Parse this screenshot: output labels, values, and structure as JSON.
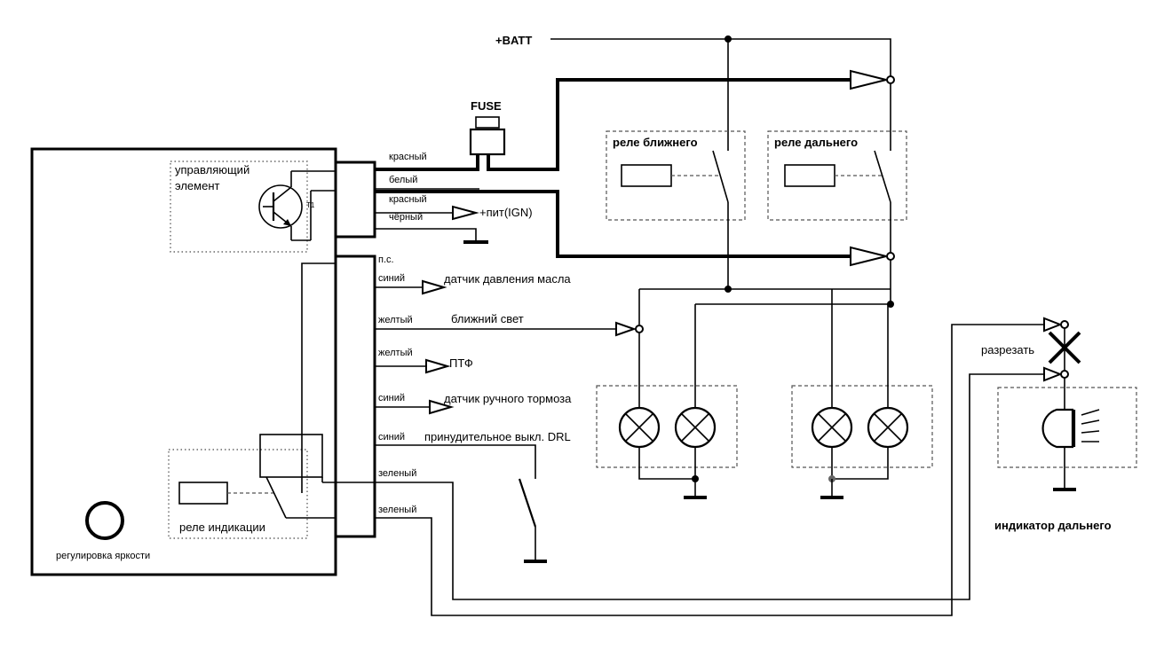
{
  "labels": {
    "batt": "+BATT",
    "fuse": "FUSE",
    "relay_low": "реле ближнего",
    "relay_high": "реле дальнего",
    "control_element_1": "управляющий",
    "control_element_2": "элемент",
    "transistor": "T1",
    "ign": "+пит(IGN)",
    "relay_indication": "реле индикации",
    "brightness": "регулировка яркости",
    "cut": "разрезать",
    "high_indicator": "индикатор дальнего"
  },
  "wires": {
    "red1": "красный",
    "white": "белый",
    "red2": "красный",
    "black": "чёрный",
    "ps": "п.с.",
    "blue1": "синий",
    "yellow1": "желтый",
    "yellow2": "желтый",
    "blue2": "синий",
    "blue3": "синий",
    "green1": "зеленый",
    "green2": "зеленый"
  },
  "signals": {
    "oil": "датчик давления масла",
    "low_beam": "ближний свет",
    "fog": "ПТФ",
    "handbrake": "датчик ручного тормоза",
    "drl_off": "принудительное выкл. DRL"
  }
}
